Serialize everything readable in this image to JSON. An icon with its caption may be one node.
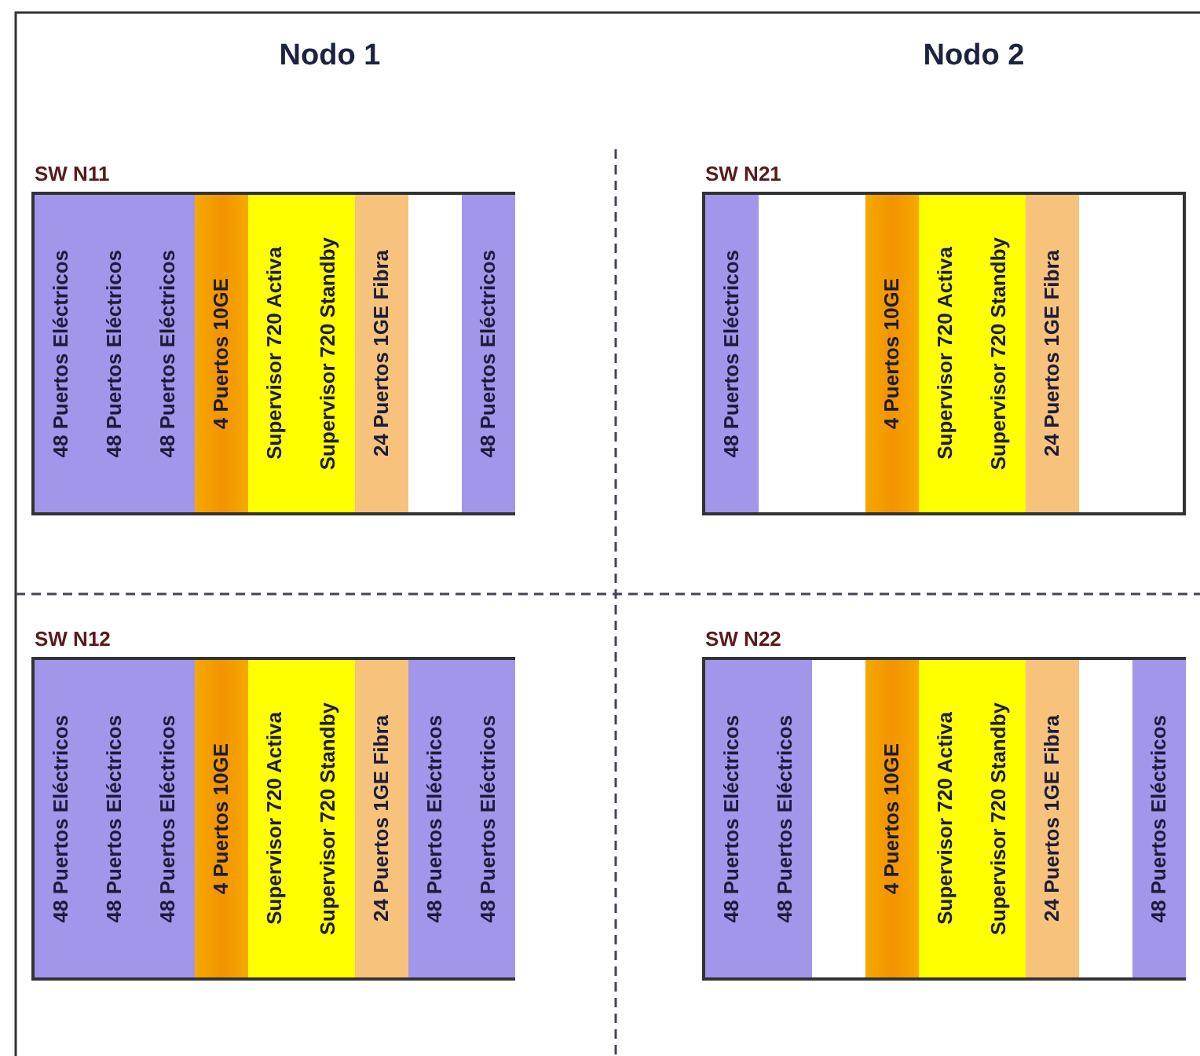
{
  "diagram": {
    "nodes": [
      {
        "text": [
          "SW N11"
        ]
      },
      {
        "text": [
          "48 Puertos Eléctricos"
        ],
        "in": 0
      },
      {
        "text": [
          "48 Puertos Eléctricos"
        ],
        "in": 0
      },
      {
        "text": [
          "48 Puertos Eléctricos"
        ],
        "in": 0
      },
      {
        "text": [
          "4 Puertos 10GE"
        ],
        "in": 0
      },
      {
        "text": [
          "Supervisor 720 Activa"
        ],
        "in": 0
      },
      {
        "text": [
          "Supervisor 720 Standby"
        ],
        "in": 0
      },
      {
        "text": [
          "24 Puertos 1GE Fibra"
        ],
        "in": 0
      },
      {
        "text": [
          "48 Puertos Eléctricos"
        ],
        "in": 0
      },
      {
        "text": [
          "SW N21"
        ]
      },
      {
        "text": [
          "48 Puertos Eléctricos"
        ],
        "in": 9
      },
      {
        "text": [
          "4 Puertos 10GE"
        ],
        "in": 9
      },
      {
        "text": [
          "Supervisor 720 Activa"
        ],
        "in": 9
      },
      {
        "text": [
          "Supervisor 720 Standby"
        ],
        "in": 9
      },
      {
        "text": [
          "24 Puertos 1GE Fibra"
        ],
        "in": 9
      },
      {
        "text": [
          "SW N12"
        ]
      },
      {
        "text": [
          "48 Puertos Eléctricos"
        ],
        "in": 15
      },
      {
        "text": [
          "48 Puertos Eléctricos"
        ],
        "in": 15
      },
      {
        "text": [
          "48 Puertos Eléctricos"
        ],
        "in": 15
      },
      {
        "text": [
          "4 Puertos 10GE"
        ],
        "in": 15
      },
      {
        "text": [
          "Supervisor 720 Activa"
        ],
        "in": 15
      },
      {
        "text": [
          "Supervisor 720 Standby"
        ],
        "in": 15
      },
      {
        "text": [
          "24 Puertos 1GE Fibra"
        ],
        "in": 15
      },
      {
        "text": [
          "48 Puertos Eléctricos"
        ],
        "in": 15
      },
      {
        "text": [
          "48 Puertos Eléctricos"
        ],
        "in": 15
      },
      {
        "text": [
          "SW N22"
        ]
      },
      {
        "text": [
          "48 Puertos Eléctricos"
        ],
        "in": 25
      },
      {
        "text": [
          "48 Puertos Eléctricos"
        ],
        "in": 25
      },
      {
        "text": [
          "4 Puertos 10GE"
        ],
        "in": 25
      },
      {
        "text": [
          "Supervisor 720 Activa"
        ],
        "in": 25
      },
      {
        "text": [
          "Supervisor 720 Standby"
        ],
        "in": 25
      },
      {
        "text": [
          "24 Puertos 1GE Fibra"
        ],
        "in": 25
      },
      {
        "text": [
          "48 Puertos Eléctricos"
        ],
        "in": 25
      }
    ],
    "labels": [
      "Nodo 1",
      "Nodo 2"
    ]
  }
}
